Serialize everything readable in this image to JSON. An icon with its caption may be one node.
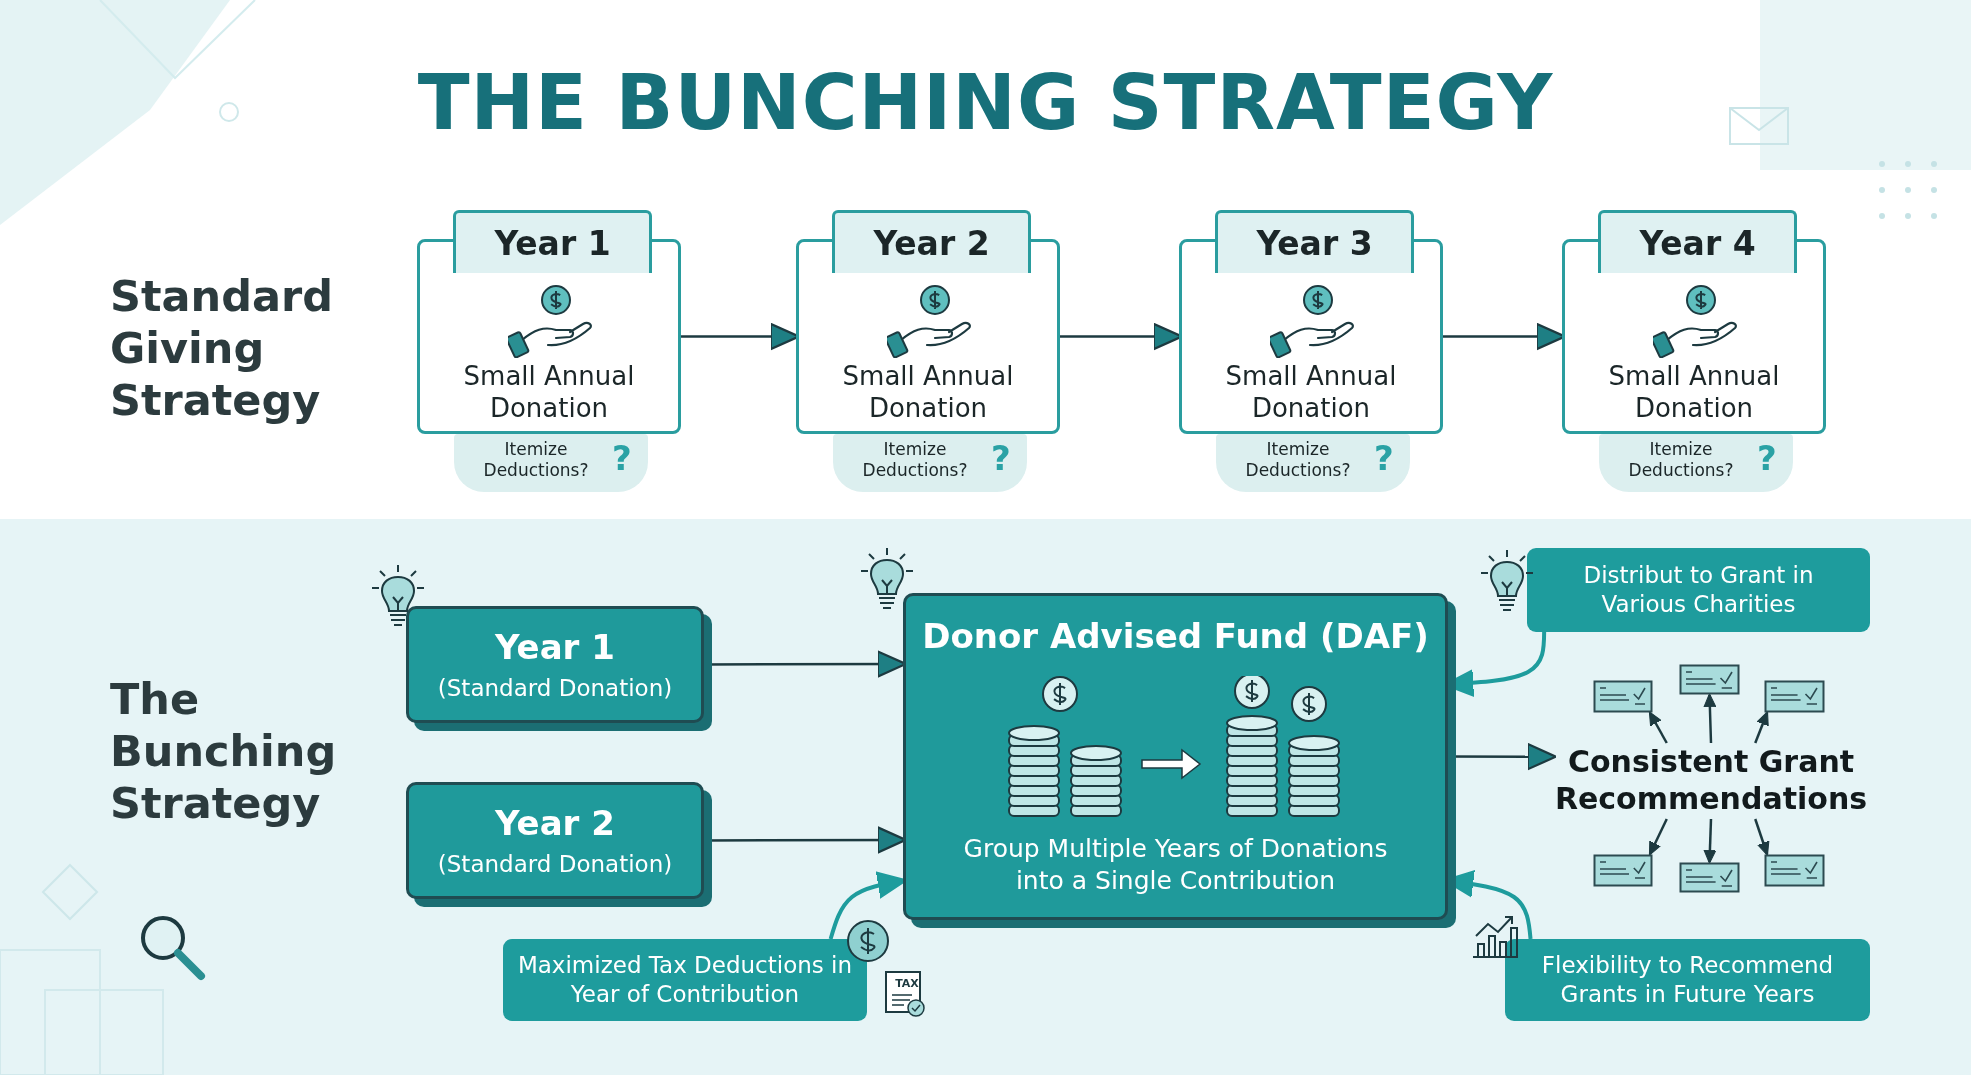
{
  "diagram": {
    "title": "THE BUNCHING STRATEGY",
    "nodes": [
      {
        "text": [
          "Year 1",
          "Small Annual Donation"
        ],
        "beside": [
          "Itemize Deductions?",
          "?"
        ]
      },
      {
        "text": [
          "Year 2",
          "Small Annual Donation"
        ],
        "beside": [
          "Itemize Deductions?",
          "?"
        ]
      },
      {
        "text": [
          "Year 3",
          "Small Annual Donation"
        ],
        "beside": [
          "Itemize Deductions?",
          "?"
        ]
      },
      {
        "text": [
          "Year 4",
          "Small Annual Donation"
        ],
        "beside": [
          "Itemize Deductions?",
          "?"
        ]
      },
      {
        "text": [
          "Year 1",
          "(Standard Donation)"
        ]
      },
      {
        "text": [
          "Year 2",
          "(Standard Donation)"
        ]
      },
      {
        "text": [
          "Donor Advised Fund (DAF)",
          "Group Multiple Years of Donations into a Single Contribution"
        ]
      },
      {
        "text": [
          "Maximized Tax Deductions in Year of Contribution"
        ]
      },
      {
        "text": [
          "Distribut to Grant in Various Charities"
        ]
      },
      {
        "text": [
          "Consistent Grant Recommendations"
        ]
      },
      {
        "text": [
          "Flexibility to Recommend Grants in Future Years"
        ]
      },
      {
        "text": [],
        "shape": "picture"
      },
      {
        "text": [],
        "shape": "picture"
      },
      {
        "text": [],
        "shape": "picture"
      },
      {
        "text": [],
        "shape": "picture"
      },
      {
        "text": [],
        "shape": "picture"
      },
      {
        "text": [],
        "shape": "picture"
      }
    ],
    "edges": [
      {
        "from": 0,
        "to": 1,
        "arrow": "to"
      },
      {
        "from": 1,
        "to": 2,
        "arrow": "to"
      },
      {
        "from": 2,
        "to": 3,
        "arrow": "to"
      },
      {
        "from": 4,
        "to": 6,
        "arrow": "to"
      },
      {
        "from": 5,
        "to": 6,
        "arrow": "to"
      },
      {
        "from": 6,
        "to": 9,
        "arrow": "to"
      },
      {
        "from": 7,
        "to": 6,
        "arrow": "to",
        "color": "#1e9c9d"
      },
      {
        "from": 8,
        "to": 6,
        "arrow": "to",
        "color": "#1e9c9d"
      },
      {
        "from": 10,
        "to": 6,
        "arrow": "to",
        "color": "#1e9c9d"
      },
      {
        "from": 9,
        "to": 11,
        "arrow": "to"
      },
      {
        "from": 9,
        "to": 12,
        "arrow": "to"
      },
      {
        "from": 9,
        "to": 13,
        "arrow": "to"
      },
      {
        "from": 9,
        "to": 14,
        "arrow": "to"
      },
      {
        "from": 9,
        "to": 15,
        "arrow": "to"
      },
      {
        "from": 9,
        "to": 16,
        "arrow": "to"
      }
    ],
    "labels": [
      "Standard Giving Strategy",
      "The Bunching Strategy",
      "TAX"
    ]
  }
}
